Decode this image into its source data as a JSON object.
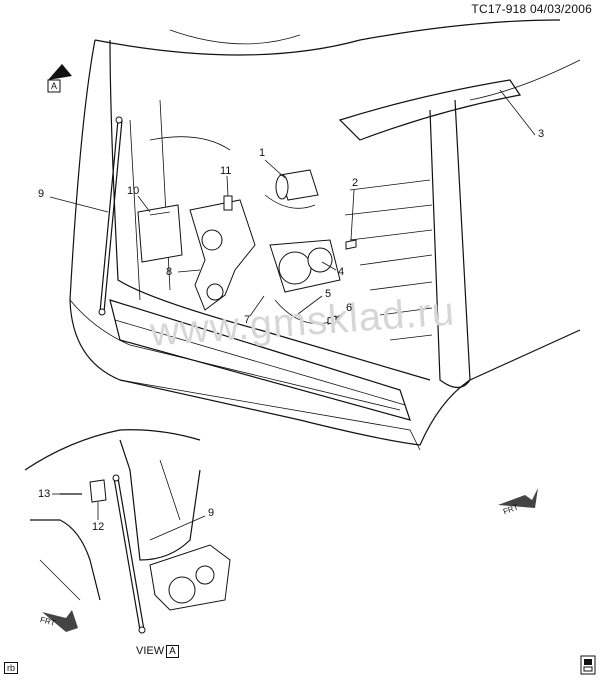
{
  "header": {
    "code": "TC17-918",
    "date": "04/03/2006"
  },
  "watermark": "www.gmsklad.ru",
  "view_label": {
    "text": "VIEW",
    "ref": "A"
  },
  "view_arrow_ref": "A",
  "fwd_label": "FRT",
  "corner_tag": "rb",
  "callouts": [
    {
      "id": "c1",
      "num": "1"
    },
    {
      "id": "c2",
      "num": "2"
    },
    {
      "id": "c3",
      "num": "3"
    },
    {
      "id": "c4",
      "num": "4"
    },
    {
      "id": "c5",
      "num": "5"
    },
    {
      "id": "c6",
      "num": "6"
    },
    {
      "id": "c7",
      "num": "7"
    },
    {
      "id": "c8",
      "num": "8"
    },
    {
      "id": "c9",
      "num": "9"
    },
    {
      "id": "c10",
      "num": "10"
    },
    {
      "id": "c11",
      "num": "11"
    },
    {
      "id": "c9b",
      "num": "9"
    },
    {
      "id": "c12",
      "num": "12"
    },
    {
      "id": "c13",
      "num": "13"
    }
  ]
}
